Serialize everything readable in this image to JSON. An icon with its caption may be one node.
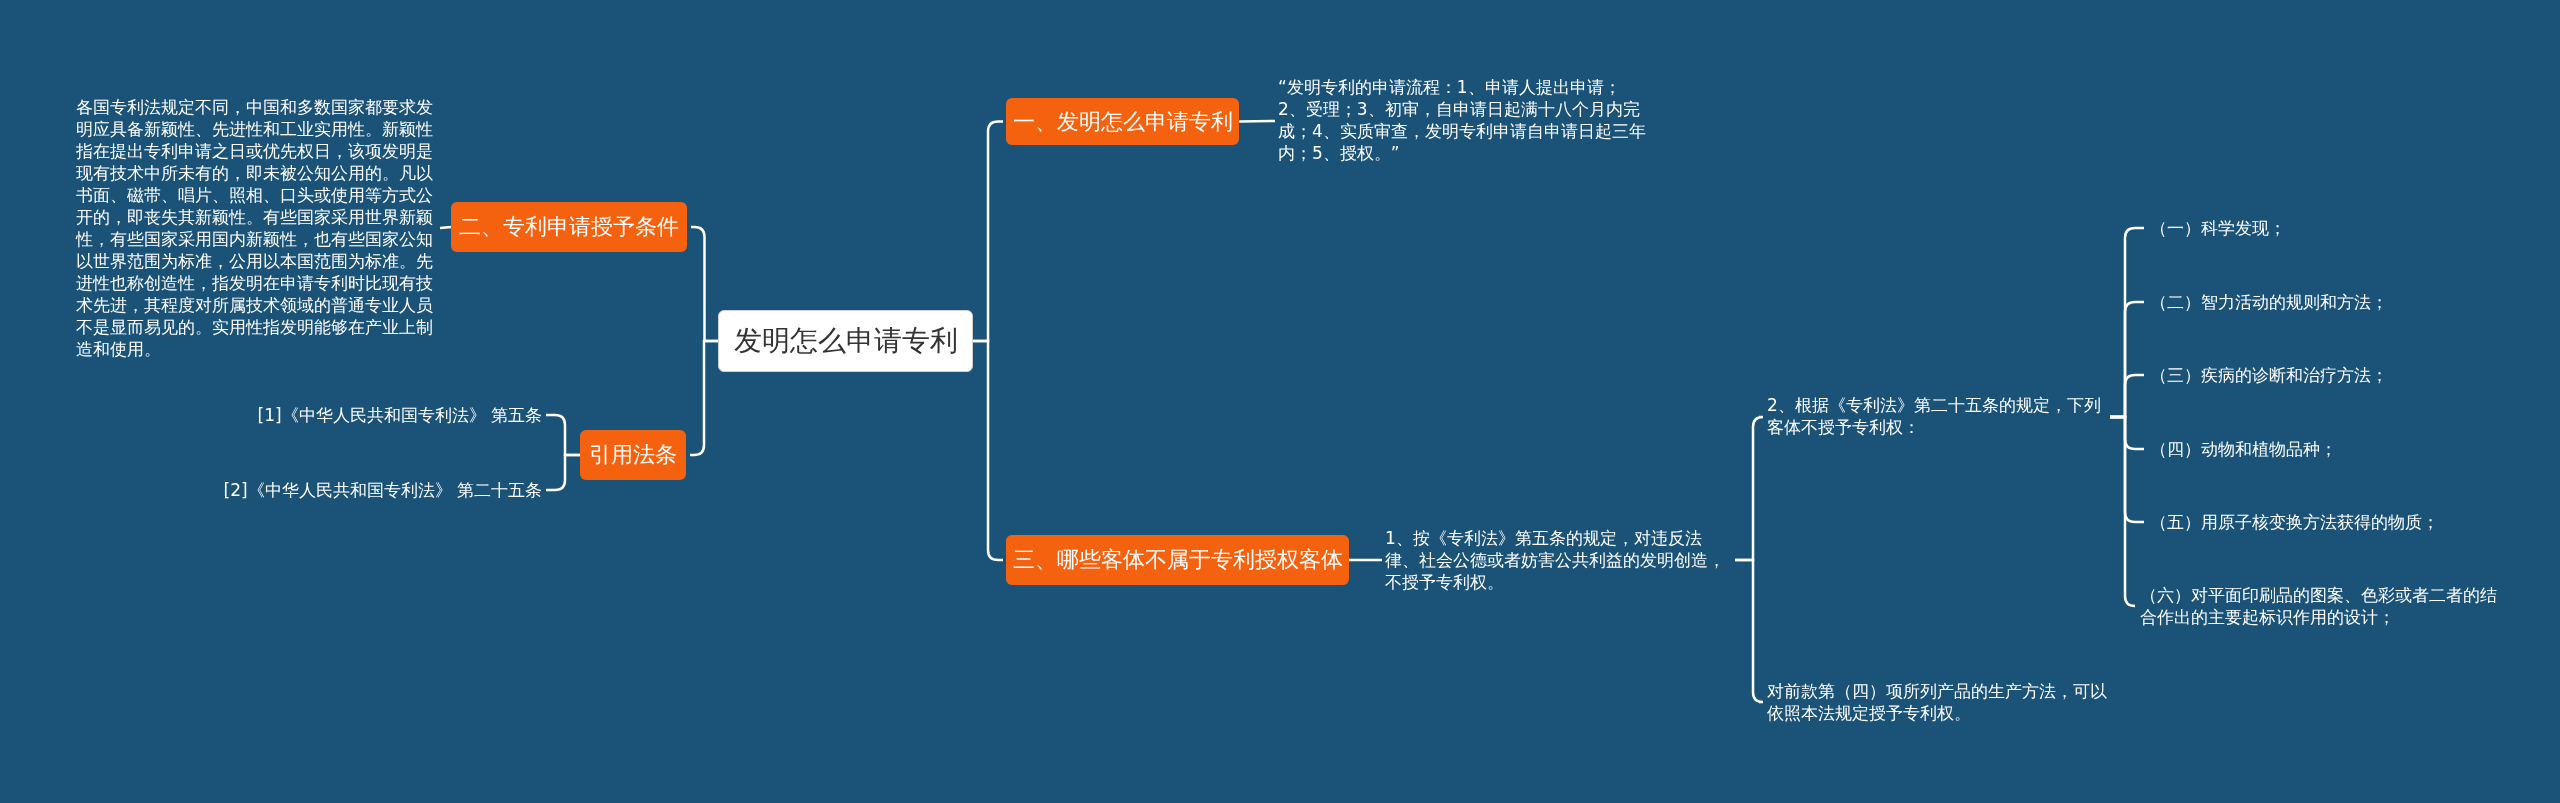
{
  "diagram": {
    "nodes": [
      {
        "text": [
          "发明怎么申请专利"
        ]
      },
      {
        "text": [
          "一、发明怎么申请专利"
        ]
      },
      {
        "text": [
          "“发明专利的申请流程：1、申请人提出申请；2、受理；3、初审，自申请日起满十八个月内完成；4、实质审查，发明专利申请自申请日起三年内；5、授权。”"
        ]
      },
      {
        "text": [
          "三、哪些客体不属于专利授权客体"
        ]
      },
      {
        "text": [
          "1、按《专利法》第五条的规定，对违反法律、社会公德或者妨害公共利益的发明创造，不授予专利权。"
        ]
      },
      {
        "text": [
          "2、根据《专利法》第二十五条的规定，下列客体不授予专利权："
        ]
      },
      {
        "text": [
          "（一）科学发现；"
        ]
      },
      {
        "text": [
          "（二）智力活动的规则和方法；"
        ]
      },
      {
        "text": [
          "（三）疾病的诊断和治疗方法；"
        ]
      },
      {
        "text": [
          "（四）动物和植物品种；"
        ]
      },
      {
        "text": [
          "（五）用原子核变换方法获得的物质；"
        ]
      },
      {
        "text": [
          "（六）对平面印刷品的图案、色彩或者二者的结合作出的主要起标识作用的设计；"
        ]
      },
      {
        "text": [
          "对前款第（四）项所列产品的生产方法，可以依照本法规定授予专利权。"
        ]
      },
      {
        "text": [
          "二、专利申请授予条件"
        ]
      },
      {
        "text": [
          "各国专利法规定不同，中国和多数国家都要求发明应具备新颖性、先进性和工业实用性。新颖性指在提出专利申请之日或优先权日，该项发明是现有技术中所未有的，即未被公知公用的。凡以书面、磁带、唱片、照相、口头或使用等方式公开的，即丧失其新颖性。有些国家采用世界新颖性，有些国家采用国内新颖性，也有些国家公知以世界范围为标准，公用以本国范围为标准。先进性也称创造性，指发明在申请专利时比现有技术先进，其程度对所属技术领域的普通专业人员不是显而易见的。实用性指发明能够在产业上制造和使用。"
        ]
      },
      {
        "text": [
          "引用法条"
        ]
      },
      {
        "text": [
          "[1]《中华人民共和国专利法》 第五条"
        ]
      },
      {
        "text": [
          "[2]《中华人民共和国专利法》 第二十五条"
        ]
      }
    ],
    "edges": [
      {
        "from": 0,
        "to": 1,
        "arrow": "none"
      },
      {
        "from": 0,
        "to": 3,
        "arrow": "none"
      },
      {
        "from": 0,
        "to": 13,
        "arrow": "none"
      },
      {
        "from": 0,
        "to": 15,
        "arrow": "none"
      },
      {
        "from": 1,
        "to": 2,
        "arrow": "none"
      },
      {
        "from": 3,
        "to": 4,
        "arrow": "none"
      },
      {
        "from": 4,
        "to": 5,
        "arrow": "none"
      },
      {
        "from": 4,
        "to": 12,
        "arrow": "none"
      },
      {
        "from": 5,
        "to": 6,
        "arrow": "none"
      },
      {
        "from": 5,
        "to": 7,
        "arrow": "none"
      },
      {
        "from": 5,
        "to": 8,
        "arrow": "none"
      },
      {
        "from": 5,
        "to": 9,
        "arrow": "none"
      },
      {
        "from": 5,
        "to": 10,
        "arrow": "none"
      },
      {
        "from": 5,
        "to": 11,
        "arrow": "none"
      },
      {
        "from": 13,
        "to": 14,
        "arrow": "none"
      },
      {
        "from": 15,
        "to": 16,
        "arrow": "none"
      },
      {
        "from": 15,
        "to": 17,
        "arrow": "none"
      }
    ]
  }
}
